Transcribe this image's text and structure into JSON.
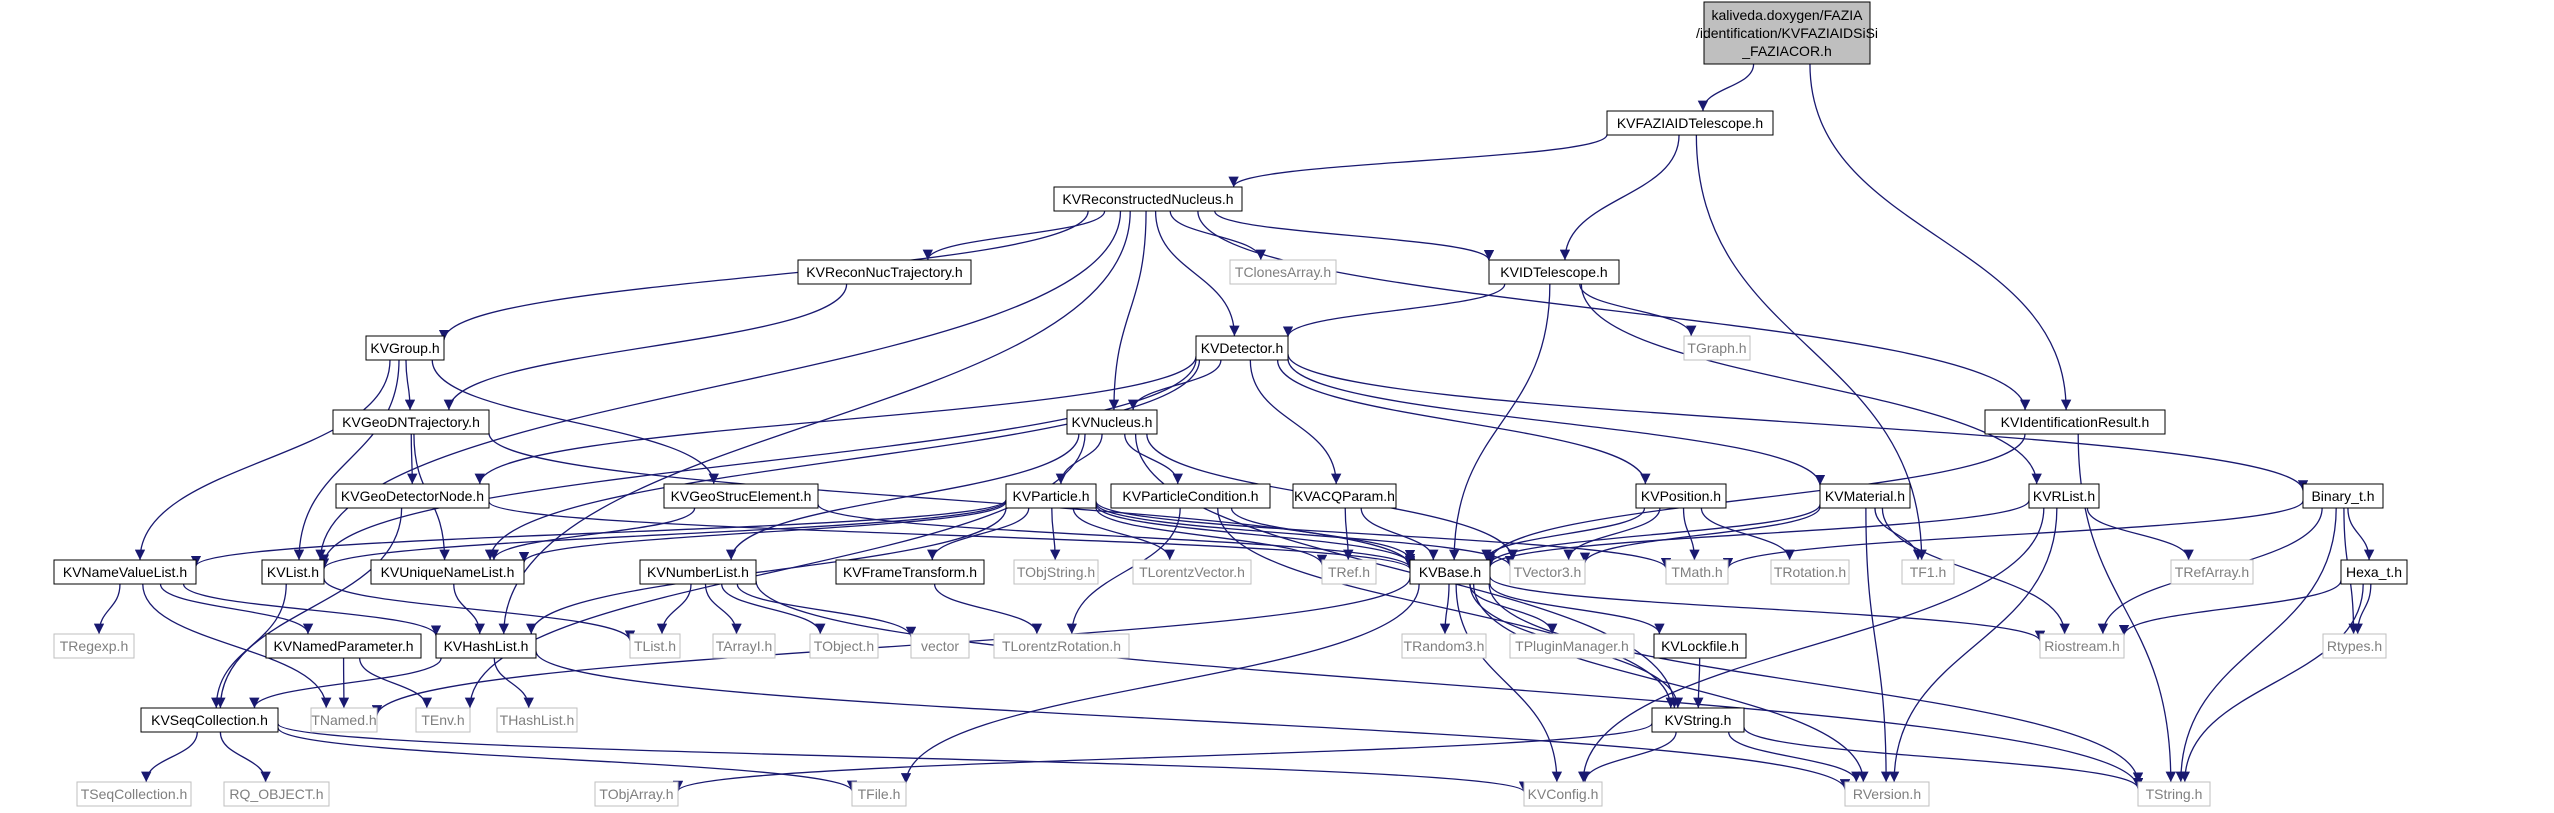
{
  "colors": {
    "edge": "#191970",
    "root_fill": "#bfbfbf",
    "external_border": "#bfbfbf",
    "external_text": "#7f7f7f"
  },
  "nodes": [
    {
      "id": "root",
      "kind": "root",
      "lines": [
        "kaliveda.doxygen/FAZIA",
        "/identification/KVFAZIAIDSiSi",
        "_FAZIACOR.h"
      ]
    },
    {
      "id": "KVFAZIAIDTelescope",
      "kind": "normal",
      "lines": [
        "KVFAZIAIDTelescope.h"
      ]
    },
    {
      "id": "KVReconstructedNucleus",
      "kind": "normal",
      "lines": [
        "KVReconstructedNucleus.h"
      ]
    },
    {
      "id": "KVReconNucTrajectory",
      "kind": "normal",
      "lines": [
        "KVReconNucTrajectory.h"
      ]
    },
    {
      "id": "TClonesArray",
      "kind": "external",
      "lines": [
        "TClonesArray.h"
      ]
    },
    {
      "id": "KVIDTelescope",
      "kind": "normal",
      "lines": [
        "KVIDTelescope.h"
      ]
    },
    {
      "id": "KVGroup",
      "kind": "normal",
      "lines": [
        "KVGroup.h"
      ]
    },
    {
      "id": "KVDetector",
      "kind": "normal",
      "lines": [
        "KVDetector.h"
      ]
    },
    {
      "id": "TGraph",
      "kind": "external",
      "lines": [
        "TGraph.h"
      ]
    },
    {
      "id": "KVGeoDNTrajectory",
      "kind": "normal",
      "lines": [
        "KVGeoDNTrajectory.h"
      ]
    },
    {
      "id": "KVNucleus",
      "kind": "normal",
      "lines": [
        "KVNucleus.h"
      ]
    },
    {
      "id": "KVIdentificationResult",
      "kind": "normal",
      "lines": [
        "KVIdentificationResult.h"
      ]
    },
    {
      "id": "KVGeoDetectorNode",
      "kind": "normal",
      "lines": [
        "KVGeoDetectorNode.h"
      ]
    },
    {
      "id": "KVGeoStrucElement",
      "kind": "normal",
      "lines": [
        "KVGeoStrucElement.h"
      ]
    },
    {
      "id": "KVParticle",
      "kind": "normal",
      "lines": [
        "KVParticle.h"
      ]
    },
    {
      "id": "KVParticleCondition",
      "kind": "normal",
      "lines": [
        "KVParticleCondition.h"
      ]
    },
    {
      "id": "KVACQParam",
      "kind": "normal",
      "lines": [
        "KVACQParam.h"
      ]
    },
    {
      "id": "KVPosition",
      "kind": "normal",
      "lines": [
        "KVPosition.h"
      ]
    },
    {
      "id": "KVMaterial",
      "kind": "normal",
      "lines": [
        "KVMaterial.h"
      ]
    },
    {
      "id": "KVRList",
      "kind": "normal",
      "lines": [
        "KVRList.h"
      ]
    },
    {
      "id": "Binary_t",
      "kind": "normal",
      "lines": [
        "Binary_t.h"
      ]
    },
    {
      "id": "KVNameValueList",
      "kind": "normal",
      "lines": [
        "KVNameValueList.h"
      ]
    },
    {
      "id": "KVList",
      "kind": "normal",
      "lines": [
        "KVList.h"
      ]
    },
    {
      "id": "KVUniqueNameList",
      "kind": "normal",
      "lines": [
        "KVUniqueNameList.h"
      ]
    },
    {
      "id": "KVNumberList",
      "kind": "normal",
      "lines": [
        "KVNumberList.h"
      ]
    },
    {
      "id": "KVFrameTransform",
      "kind": "normal",
      "lines": [
        "KVFrameTransform.h"
      ]
    },
    {
      "id": "TObjString",
      "kind": "external",
      "lines": [
        "TObjString.h"
      ]
    },
    {
      "id": "TLorentzVector",
      "kind": "external",
      "lines": [
        "TLorentzVector.h"
      ]
    },
    {
      "id": "TRef",
      "kind": "external",
      "lines": [
        "TRef.h"
      ]
    },
    {
      "id": "KVBase",
      "kind": "normal",
      "lines": [
        "KVBase.h"
      ]
    },
    {
      "id": "TVector3",
      "kind": "external",
      "lines": [
        "TVector3.h"
      ]
    },
    {
      "id": "TMath",
      "kind": "external",
      "lines": [
        "TMath.h"
      ]
    },
    {
      "id": "TRotation",
      "kind": "external",
      "lines": [
        "TRotation.h"
      ]
    },
    {
      "id": "TF1",
      "kind": "external",
      "lines": [
        "TF1.h"
      ]
    },
    {
      "id": "TRefArray",
      "kind": "external",
      "lines": [
        "TRefArray.h"
      ]
    },
    {
      "id": "Hexa_t",
      "kind": "normal",
      "lines": [
        "Hexa_t.h"
      ]
    },
    {
      "id": "TRegexp",
      "kind": "external",
      "lines": [
        "TRegexp.h"
      ]
    },
    {
      "id": "KVNamedParameter",
      "kind": "normal",
      "lines": [
        "KVNamedParameter.h"
      ]
    },
    {
      "id": "KVHashList",
      "kind": "normal",
      "lines": [
        "KVHashList.h"
      ]
    },
    {
      "id": "TList",
      "kind": "external",
      "lines": [
        "TList.h"
      ]
    },
    {
      "id": "TArrayI",
      "kind": "external",
      "lines": [
        "TArrayI.h"
      ]
    },
    {
      "id": "TObject",
      "kind": "external",
      "lines": [
        "TObject.h"
      ]
    },
    {
      "id": "vector",
      "kind": "external",
      "lines": [
        "vector"
      ]
    },
    {
      "id": "TLorentzRotation",
      "kind": "external",
      "lines": [
        "TLorentzRotation.h"
      ]
    },
    {
      "id": "TRandom3",
      "kind": "external",
      "lines": [
        "TRandom3.h"
      ]
    },
    {
      "id": "TPluginManager",
      "kind": "external",
      "lines": [
        "TPluginManager.h"
      ]
    },
    {
      "id": "KVLockfile",
      "kind": "normal",
      "lines": [
        "KVLockfile.h"
      ]
    },
    {
      "id": "Riostream",
      "kind": "external",
      "lines": [
        "Riostream.h"
      ]
    },
    {
      "id": "Rtypes",
      "kind": "external",
      "lines": [
        "Rtypes.h"
      ]
    },
    {
      "id": "KVSeqCollection",
      "kind": "normal",
      "lines": [
        "KVSeqCollection.h"
      ]
    },
    {
      "id": "TNamed",
      "kind": "external",
      "lines": [
        "TNamed.h"
      ]
    },
    {
      "id": "TEnv",
      "kind": "external",
      "lines": [
        "TEnv.h"
      ]
    },
    {
      "id": "THashList",
      "kind": "external",
      "lines": [
        "THashList.h"
      ]
    },
    {
      "id": "KVString",
      "kind": "normal",
      "lines": [
        "KVString.h"
      ]
    },
    {
      "id": "TSeqCollection",
      "kind": "external",
      "lines": [
        "TSeqCollection.h"
      ]
    },
    {
      "id": "RQ_OBJECT",
      "kind": "external",
      "lines": [
        "RQ_OBJECT.h"
      ]
    },
    {
      "id": "TObjArray",
      "kind": "external",
      "lines": [
        "TObjArray.h"
      ]
    },
    {
      "id": "TFile",
      "kind": "external",
      "lines": [
        "TFile.h"
      ]
    },
    {
      "id": "KVConfig",
      "kind": "external",
      "lines": [
        "KVConfig.h"
      ]
    },
    {
      "id": "RVersion",
      "kind": "external",
      "lines": [
        "RVersion.h"
      ]
    },
    {
      "id": "TString",
      "kind": "external",
      "lines": [
        "TString.h"
      ]
    }
  ],
  "edges": [
    [
      "root",
      "KVFAZIAIDTelescope"
    ],
    [
      "root",
      "KVIdentificationResult"
    ],
    [
      "KVFAZIAIDTelescope",
      "KVReconstructedNucleus"
    ],
    [
      "KVFAZIAIDTelescope",
      "KVIDTelescope"
    ],
    [
      "KVFAZIAIDTelescope",
      "TF1"
    ],
    [
      "KVReconstructedNucleus",
      "KVReconNucTrajectory"
    ],
    [
      "KVReconstructedNucleus",
      "TClonesArray"
    ],
    [
      "KVReconstructedNucleus",
      "KVIDTelescope"
    ],
    [
      "KVReconstructedNucleus",
      "KVGroup"
    ],
    [
      "KVReconstructedNucleus",
      "KVDetector"
    ],
    [
      "KVReconstructedNucleus",
      "KVNucleus"
    ],
    [
      "KVReconstructedNucleus",
      "KVIdentificationResult"
    ],
    [
      "KVReconstructedNucleus",
      "KVList"
    ],
    [
      "KVReconstructedNucleus",
      "KVHashList"
    ],
    [
      "KVReconNucTrajectory",
      "KVGeoDNTrajectory"
    ],
    [
      "KVIDTelescope",
      "KVDetector"
    ],
    [
      "KVIDTelescope",
      "TGraph"
    ],
    [
      "KVIDTelescope",
      "KVBase"
    ],
    [
      "KVIDTelescope",
      "KVRList"
    ],
    [
      "KVGroup",
      "KVGeoDNTrajectory"
    ],
    [
      "KVGroup",
      "KVGeoStrucElement"
    ],
    [
      "KVGroup",
      "KVList"
    ],
    [
      "KVGroup",
      "KVNameValueList"
    ],
    [
      "KVDetector",
      "KVNucleus"
    ],
    [
      "KVDetector",
      "KVGeoDetectorNode"
    ],
    [
      "KVDetector",
      "KVACQParam"
    ],
    [
      "KVDetector",
      "KVPosition"
    ],
    [
      "KVDetector",
      "KVMaterial"
    ],
    [
      "KVDetector",
      "Binary_t"
    ],
    [
      "KVDetector",
      "KVList"
    ],
    [
      "KVDetector",
      "KVUniqueNameList"
    ],
    [
      "KVGeoDNTrajectory",
      "KVGeoDetectorNode"
    ],
    [
      "KVGeoDNTrajectory",
      "KVUniqueNameList"
    ],
    [
      "KVGeoDNTrajectory",
      "KVBase"
    ],
    [
      "KVNucleus",
      "KVParticle"
    ],
    [
      "KVNucleus",
      "KVParticleCondition"
    ],
    [
      "KVNucleus",
      "KVNumberList"
    ],
    [
      "KVNucleus",
      "TVector3"
    ],
    [
      "KVNucleus",
      "KVString"
    ],
    [
      "KVNucleus",
      "TEnv"
    ],
    [
      "KVIdentificationResult",
      "KVBase"
    ],
    [
      "KVIdentificationResult",
      "TString"
    ],
    [
      "KVGeoDetectorNode",
      "KVBase"
    ],
    [
      "KVGeoDetectorNode",
      "KVSeqCollection"
    ],
    [
      "KVGeoStrucElement",
      "KVBase"
    ],
    [
      "KVGeoStrucElement",
      "KVUniqueNameList"
    ],
    [
      "KVParticle",
      "KVFrameTransform"
    ],
    [
      "KVParticle",
      "TObjString"
    ],
    [
      "KVParticle",
      "TLorentzVector"
    ],
    [
      "KVParticle",
      "TRef"
    ],
    [
      "KVParticle",
      "KVBase"
    ],
    [
      "KVParticle",
      "TVector3"
    ],
    [
      "KVParticle",
      "KVList"
    ],
    [
      "KVParticle",
      "KVUniqueNameList"
    ],
    [
      "KVParticle",
      "KVNameValueList"
    ],
    [
      "KVParticle",
      "KVHashList"
    ],
    [
      "KVParticle",
      "TMath"
    ],
    [
      "KVParticleCondition",
      "KVBase"
    ],
    [
      "KVParticleCondition",
      "KVString"
    ],
    [
      "KVParticleCondition",
      "TLorentzRotation"
    ],
    [
      "KVACQParam",
      "TRef"
    ],
    [
      "KVACQParam",
      "KVBase"
    ],
    [
      "KVPosition",
      "KVBase"
    ],
    [
      "KVPosition",
      "TVector3"
    ],
    [
      "KVPosition",
      "TMath"
    ],
    [
      "KVPosition",
      "TRotation"
    ],
    [
      "KVMaterial",
      "KVBase"
    ],
    [
      "KVMaterial",
      "TF1"
    ],
    [
      "KVMaterial",
      "Riostream"
    ],
    [
      "KVMaterial",
      "RVersion"
    ],
    [
      "KVMaterial",
      "TVector3"
    ],
    [
      "KVRList",
      "KVBase"
    ],
    [
      "KVRList",
      "TRefArray"
    ],
    [
      "KVRList",
      "KVConfig"
    ],
    [
      "KVRList",
      "RVersion"
    ],
    [
      "Binary_t",
      "Hexa_t"
    ],
    [
      "Binary_t",
      "Riostream"
    ],
    [
      "Binary_t",
      "Rtypes"
    ],
    [
      "Binary_t",
      "TString"
    ],
    [
      "Binary_t",
      "TMath"
    ],
    [
      "KVNameValueList",
      "KVNamedParameter"
    ],
    [
      "KVNameValueList",
      "KVHashList"
    ],
    [
      "KVNameValueList",
      "TRegexp"
    ],
    [
      "KVNameValueList",
      "TNamed"
    ],
    [
      "KVList",
      "KVSeqCollection"
    ],
    [
      "KVList",
      "TList"
    ],
    [
      "KVUniqueNameList",
      "KVHashList"
    ],
    [
      "KVNumberList",
      "TList"
    ],
    [
      "KVNumberList",
      "TArrayI"
    ],
    [
      "KVNumberList",
      "TObject"
    ],
    [
      "KVNumberList",
      "vector"
    ],
    [
      "KVNumberList",
      "TString"
    ],
    [
      "KVFrameTransform",
      "TLorentzRotation"
    ],
    [
      "KVBase",
      "TRandom3"
    ],
    [
      "KVBase",
      "TPluginManager"
    ],
    [
      "KVBase",
      "KVLockfile"
    ],
    [
      "KVBase",
      "Riostream"
    ],
    [
      "KVBase",
      "TNamed"
    ],
    [
      "KVBase",
      "TFile"
    ],
    [
      "KVBase",
      "KVConfig"
    ],
    [
      "KVBase",
      "RVersion"
    ],
    [
      "KVBase",
      "TString"
    ],
    [
      "KVBase",
      "KVString"
    ],
    [
      "Hexa_t",
      "Rtypes"
    ],
    [
      "Hexa_t",
      "Riostream"
    ],
    [
      "Hexa_t",
      "TString"
    ],
    [
      "KVNamedParameter",
      "TNamed"
    ],
    [
      "KVNamedParameter",
      "TEnv"
    ],
    [
      "KVHashList",
      "KVSeqCollection"
    ],
    [
      "KVHashList",
      "THashList"
    ],
    [
      "KVHashList",
      "RVersion"
    ],
    [
      "KVLockfile",
      "KVString"
    ],
    [
      "KVSeqCollection",
      "TSeqCollection"
    ],
    [
      "KVSeqCollection",
      "RQ_OBJECT"
    ],
    [
      "KVSeqCollection",
      "TFile"
    ],
    [
      "KVSeqCollection",
      "KVConfig"
    ],
    [
      "KVString",
      "TObjArray"
    ],
    [
      "KVString",
      "KVConfig"
    ],
    [
      "KVString",
      "RVersion"
    ],
    [
      "KVString",
      "TString"
    ]
  ]
}
